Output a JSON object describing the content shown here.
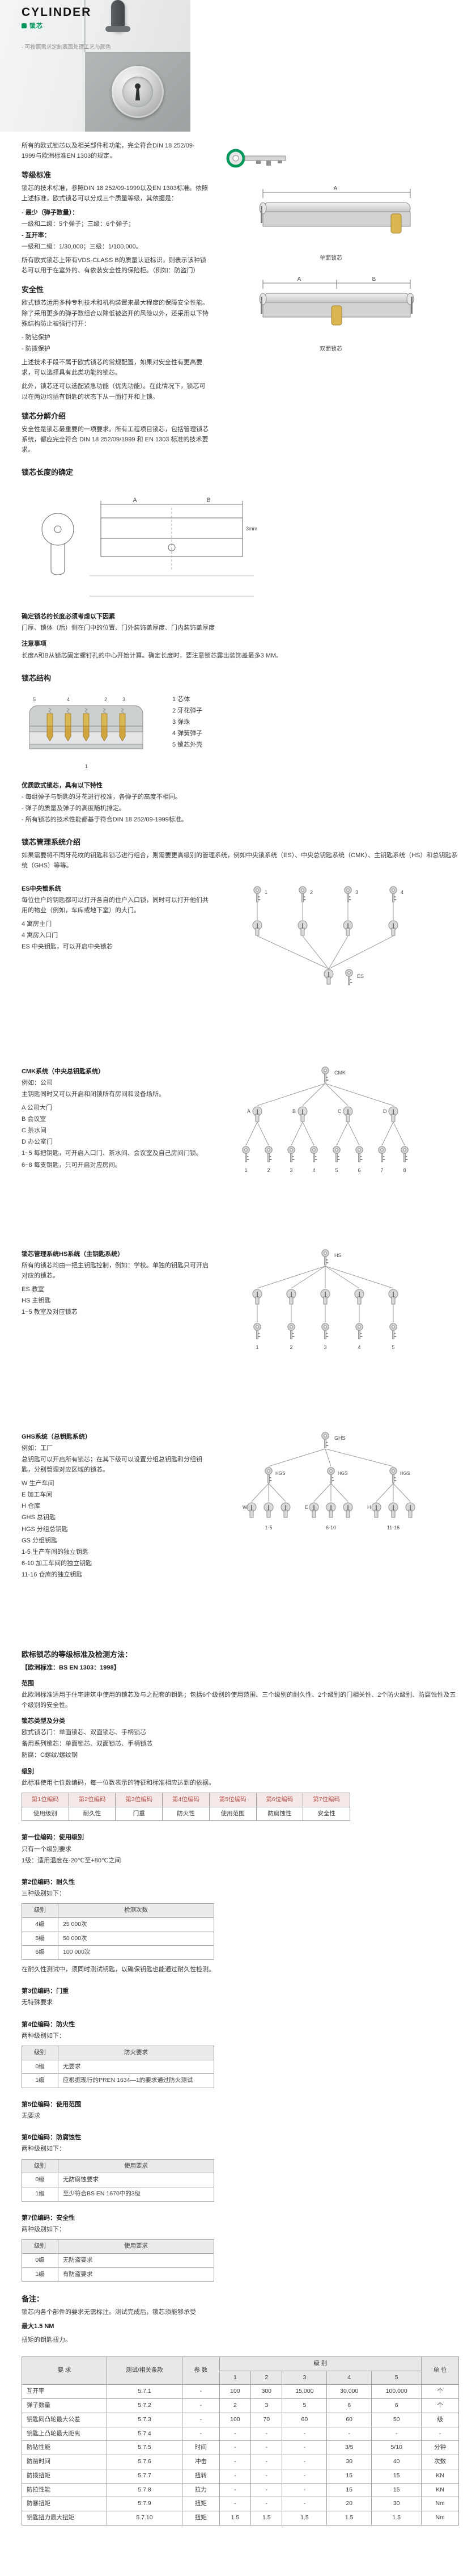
{
  "colors": {
    "accent_green": "#00985b",
    "brass": "#d9b64f",
    "photo_gray": "#a7abac"
  },
  "header": {
    "title": "CYLINDER",
    "subtitle": "锁芯",
    "tagline": "· 可按照需求定制表面处理工艺与颜色"
  },
  "intro": "所有的欧式锁芯以及相关部件和功能，完全符合DIN 18 252/09-1999与欧洲标准EN 1303的规定。",
  "grade": {
    "heading": "等级标准",
    "p1": "锁芯的技术标准，参照DIN 18 252/09-1999以及EN 1303标准。依照上述标准，欧式锁芯可以分成三个质量等级，其依据是：",
    "b1": "- 最少（弹子数量）：",
    "b2": "一级和二级：5个弹子；三级：6个弹子；",
    "b3": "- 互开率：",
    "b4": "一级和二级：1/30,000；三级：1/100,000。",
    "p2": "所有欧式锁芯上带有VDS-CLASS B的质量认证标识，则表示该种锁芯可以用于在室外的、有依装安全性的保险柜。（例如：防盗门）"
  },
  "security": {
    "heading": "安全性",
    "p1": "欧式锁芯运用多种专利技术和机构装置来最大程度的保障安全性能。除了采用更多的弹子数组合以降低被盗开的风险以外，还采用以下特殊结构防止被强行打开：",
    "b1": "- 防钻保护",
    "b2": "- 防拨保护",
    "p2": "上述技术手段不属于欧式锁芯的常规配置，如果对安全性有更高要求，可以选择具有此类功能的锁芯。",
    "p3": "此外，锁芯还可以选配紧急功能（优先功能）。在此情况下，锁芯可以在两边均插有钥匙的状态下从一面打开和上锁。"
  },
  "intro2": {
    "heading": "锁芯分解介绍",
    "p1": "安全性是锁芯最重要的一项要求。所有工程项目锁芯，包括管理锁芯系统，都应完全符合 DIN 18 252/09/1999 和 EN 1303 标准的技术要求。"
  },
  "figures": {
    "dim_a": "A",
    "dim_b": "B",
    "caption_single": "单面锁芯",
    "caption_double": "双面锁芯"
  },
  "length": {
    "heading": "锁芯长度的确定",
    "factors_title": "确定锁芯的长度必须考虑以下因素",
    "factors": "门厚、锁体（后）侧在门中的位置、门外装饰盖厚度、门内装饰盖厚度",
    "note_title": "注意事项",
    "note": "长度A和B从锁芯固定螺钉孔的中心开始计算。确定长度时，要注意锁芯露出装饰盖最多3 MM。",
    "diagram": {
      "a": "A",
      "b": "B",
      "mm": "3mm"
    }
  },
  "structure": {
    "heading": "锁芯结构",
    "items": [
      "1 芯体",
      "2 牙花弹子",
      "3 弹珠",
      "4 弹簧弹子",
      "5 锁芯外壳"
    ],
    "numbers": [
      "1",
      "2",
      "3",
      "4",
      "5"
    ],
    "feat_title": "优质欧式锁芯，具有以下特性",
    "features": [
      "- 每组弹子与钥匙的牙花进行校准，各弹子的高度不相同。",
      "- 弹子的质量及弹子的高度随机排定。",
      "- 所有锁芯的技术性能都基于符合DIN 18 252/09-1999标准。"
    ]
  },
  "management": {
    "heading": "锁芯管理系统介绍",
    "p1": "如果需要将不同牙花纹的钥匙和锁芯进行组合，则需要更高级别的管理系统，例如中央锁系统（ES）、中央总钥匙系统（CMK）、主钥匙系统（HS）和总钥匙系统（GHS）等等。"
  },
  "es": {
    "title": "ES中央锁系统",
    "p1": "每位住户的钥匙都可以打开各自的住户入口锁，同时可以打开他们共用的物业（例如，车库或地下室）的大门。",
    "legend": [
      "4 寓房主门",
      "4 寓房入口门",
      "ES 中央钥匙，可以开启中央锁芯"
    ],
    "diagram": {
      "key_nums": [
        "1",
        "2",
        "3",
        "4"
      ],
      "center_label": "ES"
    }
  },
  "cmk": {
    "title": "CMK系统（中央总钥匙系统）",
    "example": "例如：公司",
    "p1": "主钥匙同时又可以开启和闭锁所有房间和设备场所。",
    "legend": [
      "A 公司大门",
      "B 会议室",
      "C 茶水间",
      "D 办公室门",
      "1~5 每把钥匙，可开启入口门、茶水间、会议室及自己房间门锁。",
      "6~8 每支钥匙，只可开启对应房间。"
    ],
    "diagram": {
      "top": "CMK",
      "letters": [
        "A",
        "B",
        "C",
        "D"
      ],
      "key_nums": [
        "1",
        "2",
        "3",
        "4",
        "5",
        "6",
        "7",
        "8"
      ]
    }
  },
  "hs": {
    "title": "锁芯管理系统HS系统（主钥匙系统）",
    "p1": "所有的锁芯均由一把主钥匙控制，例如：学校。单独的钥匙只可开启对应的锁芯。",
    "legend": [
      "ES 教室",
      "HS 主钥匙",
      "1~5 教室及对应锁芯"
    ],
    "diagram": {
      "top": "HS",
      "key_nums": [
        "1",
        "2",
        "3",
        "4",
        "5"
      ]
    }
  },
  "ghs": {
    "title": "GHS系统（总钥匙系统）",
    "example": "例如：工厂",
    "p1": "总钥匙可以开启所有锁芯；在其下级可以设置分组总钥匙和分组钥匙，分别管理对应区域的锁芯。",
    "legend": [
      "W 生产车间",
      "E 加工车间",
      "H 仓库",
      "GHS 总钥匙",
      "HGS 分组总钥匙",
      "GS 分组钥匙",
      "1-5 生产车间的独立钥匙",
      "6-10 加工车间的独立钥匙",
      "11-16 仓库的独立钥匙"
    ],
    "diagram": {
      "top": "GHS",
      "mid": "HGS",
      "groups": [
        "W",
        "E",
        "H"
      ],
      "ranges": [
        "1-5",
        "6-10",
        "11-16"
      ]
    }
  },
  "standard": {
    "heading": "欧标锁芯的等级标准及检测方法：",
    "std": "【欧洲标准：BS EN 1303：1998】",
    "scope_title": "范围",
    "scope": "此欧洲标准适用于住宅建筑中使用的锁芯及与之配套的钥匙；包括6个级别的使用范围、三个级别的耐久性、2个级别的门相关性、2个防火级别、防腐蚀性及五个级别的安全性。",
    "types_title": "锁芯类型及分类",
    "types": [
      "欧式锁芯门：单面锁芯、双面锁芯、手柄锁芯",
      "备用系列锁芯：单面锁芯、双面锁芯、手柄锁芯",
      "防腐：C螺纹/螺纹钢"
    ],
    "grades_title": "级别",
    "grades_p": "此标准使用七位数编码，每一位数表示的特征和标准相应达到的依据。"
  },
  "codes_table": {
    "headers": [
      "第1位编码",
      "第2位编码",
      "第3位编码",
      "第4位编码",
      "第5位编码",
      "第6位编码",
      "第7位编码"
    ],
    "rows": [
      [
        "使用级别",
        "耐久性",
        "门重",
        "防火性",
        "使用范围",
        "防腐蚀性",
        "安全性"
      ]
    ]
  },
  "code1": {
    "title": "第一位编码：使用级别",
    "p1": "只有一个级别要求",
    "p2": "1级：适用温度在-20℃至+80℃之间"
  },
  "code2": {
    "title": "第2位编码：耐久性",
    "p1": "三种级别如下：",
    "table": {
      "headers": [
        "级别",
        "检测次数"
      ],
      "rows": [
        [
          "4级",
          "25 000次"
        ],
        [
          "5级",
          "50 000次"
        ],
        [
          "6级",
          "100 000次"
        ]
      ]
    },
    "note": "在耐久性测试中，须同时测试钥匙，以确保钥匙也能通过耐久性检测。"
  },
  "code3": {
    "title": "第3位编码：门重",
    "p1": "无特殊要求"
  },
  "code4": {
    "title": "第4位编码：防火性",
    "p1": "两种级别如下：",
    "table": {
      "headers": [
        "级别",
        "防火要求"
      ],
      "rows": [
        [
          "0级",
          "无要求"
        ],
        [
          "1级",
          "应根据现行的PREN 1634—1的要求通过防火测试"
        ]
      ]
    }
  },
  "code5": {
    "title": "第5位编码：使用范围",
    "p1": "无要求"
  },
  "code6": {
    "title": "第6位编码：防腐蚀性",
    "p1": "两种级别如下：",
    "table": {
      "headers": [
        "级别",
        "使用要求"
      ],
      "rows": [
        [
          "0级",
          "无防腐蚀要求"
        ],
        [
          "1级",
          "至少符合BS EN 1670中的3级"
        ]
      ]
    }
  },
  "code7": {
    "title": "第7位编码：安全性",
    "p1": "两种级别如下：",
    "table": {
      "headers": [
        "级别",
        "使用要求"
      ],
      "rows": [
        [
          "0级",
          "无防盗要求"
        ],
        [
          "1级",
          "有防盗要求"
        ]
      ]
    }
  },
  "remark": {
    "title": "备注：",
    "p1": "锁芯内各个部件的要求无需标注。测试完成后，锁芯须能够承受",
    "strong": "最大1.5 NM",
    "p2": "扭矩的钥匙扭力。"
  },
  "big_table": {
    "h_req": "要 求",
    "h_clause": "测试/相关条款",
    "h_param": "参 数",
    "h_grade": "级 别",
    "h_unit": "单 位",
    "grade_cols": [
      "1",
      "2",
      "3",
      "4",
      "5"
    ],
    "rows": [
      [
        "互开率",
        "5.7.1",
        "-",
        "100",
        "300",
        "15,000",
        "30,000",
        "100,000",
        "个"
      ],
      [
        "弹子数量",
        "5.7.2",
        "-",
        "2",
        "3",
        "5",
        "6",
        "6",
        "个"
      ],
      [
        "钥匙同凸轮最大公差",
        "5.7.3",
        "-",
        "100",
        "70",
        "60",
        "60",
        "50",
        "级"
      ],
      [
        "钥匙上凸轮最大距离",
        "5.7.4",
        "-",
        "-",
        "-",
        "-",
        "-",
        "-",
        "-"
      ],
      [
        "防钻性能",
        "5.7.5",
        "时间",
        "-",
        "-",
        "-",
        "3/5",
        "5/10",
        "分钟"
      ],
      [
        "防凿时间",
        "5.7.6",
        "冲击",
        "-",
        "-",
        "-",
        "30",
        "40",
        "次数"
      ],
      [
        "防拨扭矩",
        "5.7.7",
        "扭转",
        "-",
        "-",
        "-",
        "15",
        "15",
        "KN"
      ],
      [
        "防拉性能",
        "5.7.8",
        "拉力",
        "-",
        "-",
        "-",
        "15",
        "15",
        "KN"
      ],
      [
        "防暴扭矩",
        "5.7.9",
        "扭矩",
        "-",
        "-",
        "-",
        "20",
        "30",
        "Nm"
      ],
      [
        "钥匙扭力最大扭矩",
        "5.7.10",
        "扭矩",
        "1.5",
        "1.5",
        "1.5",
        "1.5",
        "1.5",
        "Nm"
      ]
    ]
  }
}
